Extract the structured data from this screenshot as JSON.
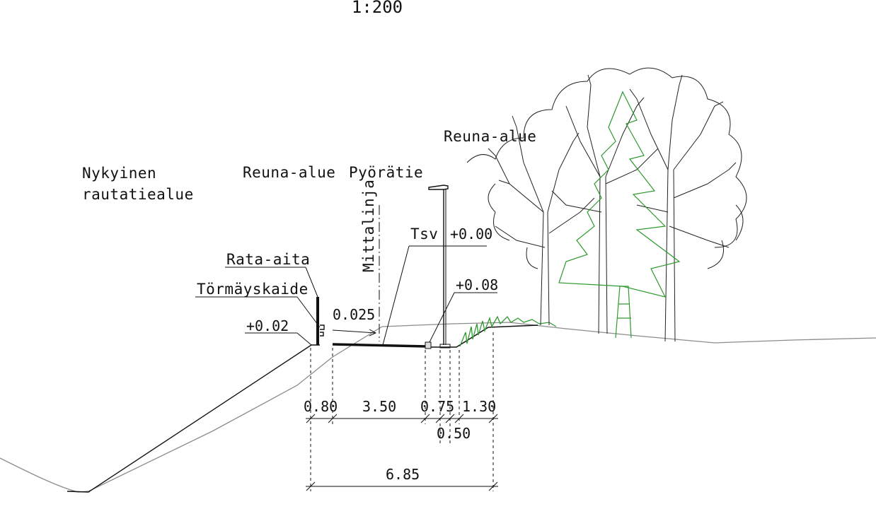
{
  "scale": "1:200",
  "labels": {
    "current_area_line1": "Nykyinen",
    "current_area_line2": "rautatiealue",
    "edge_area_left": "Reuna-alue",
    "cycle_path": "Pyörätie",
    "edge_area_right": "Reuna-alue",
    "measure_line": "Mittalinja",
    "rail_fence": "Rata-aita",
    "crash_barrier": "Törmäyskaide",
    "tsv": "Tsv"
  },
  "elevations": {
    "left_edge": "+0.02",
    "path_top": "+0.00",
    "curb": "+0.08"
  },
  "slope": "0.025",
  "dimensions": {
    "row1": [
      "0.80",
      "3.50",
      "0.75",
      "1.30"
    ],
    "row2": "0.50",
    "total": "6.85"
  },
  "colors": {
    "ink": "#111111",
    "terrain": "#8c8c8c",
    "vegetation": "#2f9a2f"
  }
}
